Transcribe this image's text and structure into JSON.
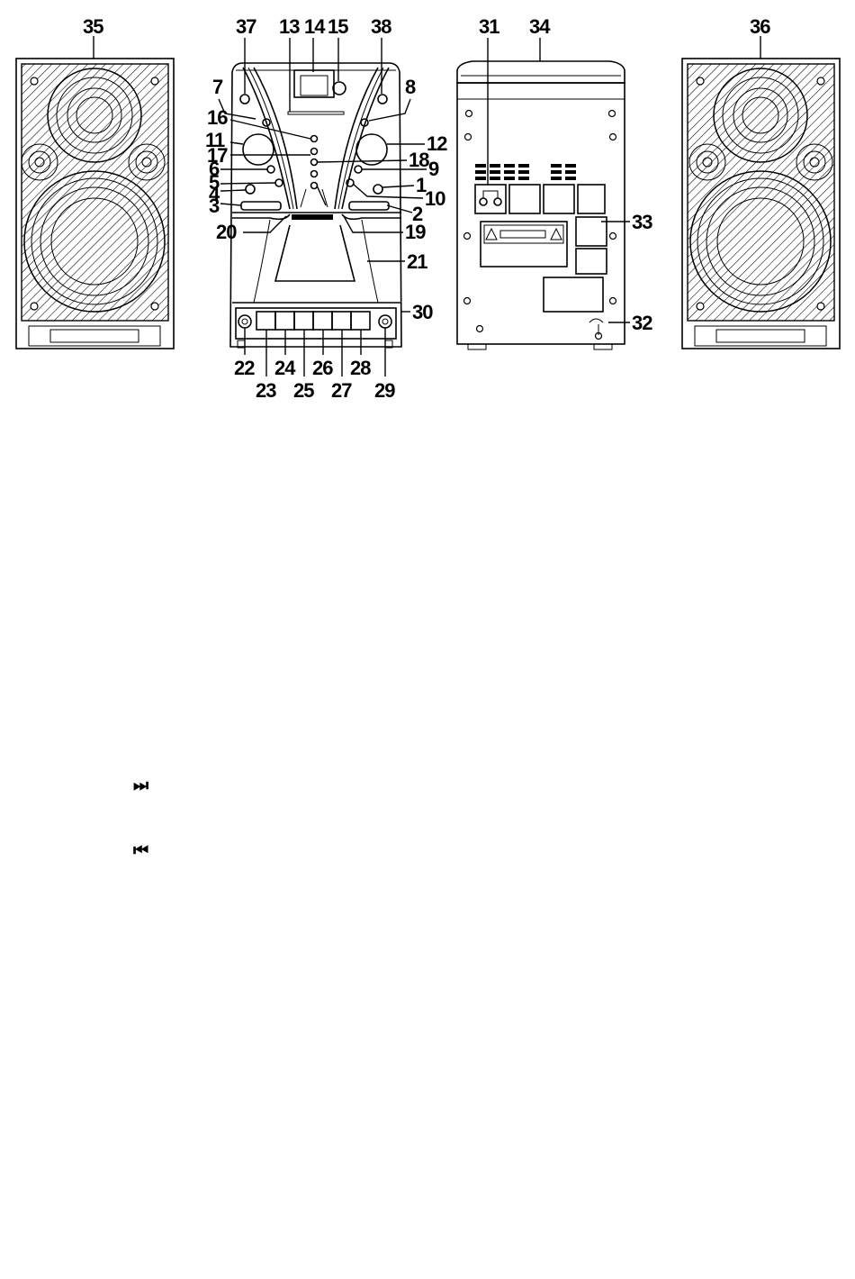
{
  "diagram": {
    "callouts": {
      "n35": "35",
      "n37": "37",
      "n13": "13",
      "n14": "14",
      "n15": "15",
      "n38": "38",
      "n31": "31",
      "n34": "34",
      "n36": "36",
      "n7": "7",
      "n8": "8",
      "n16": "16",
      "n11": "11",
      "n12": "12",
      "n17": "17",
      "n18": "18",
      "n6": "6",
      "n9": "9",
      "n5": "5",
      "n1": "1",
      "n4": "4",
      "n10": "10",
      "n3": "3",
      "n2": "2",
      "n20": "20",
      "n19": "19",
      "n21": "21",
      "n33": "33",
      "n30": "30",
      "n32": "32",
      "n22": "22",
      "n24": "24",
      "n26": "26",
      "n28": "28",
      "n23": "23",
      "n25": "25",
      "n27": "27",
      "n29": "29"
    }
  },
  "symbols": {
    "next": "⏭",
    "previous": "⏮"
  }
}
